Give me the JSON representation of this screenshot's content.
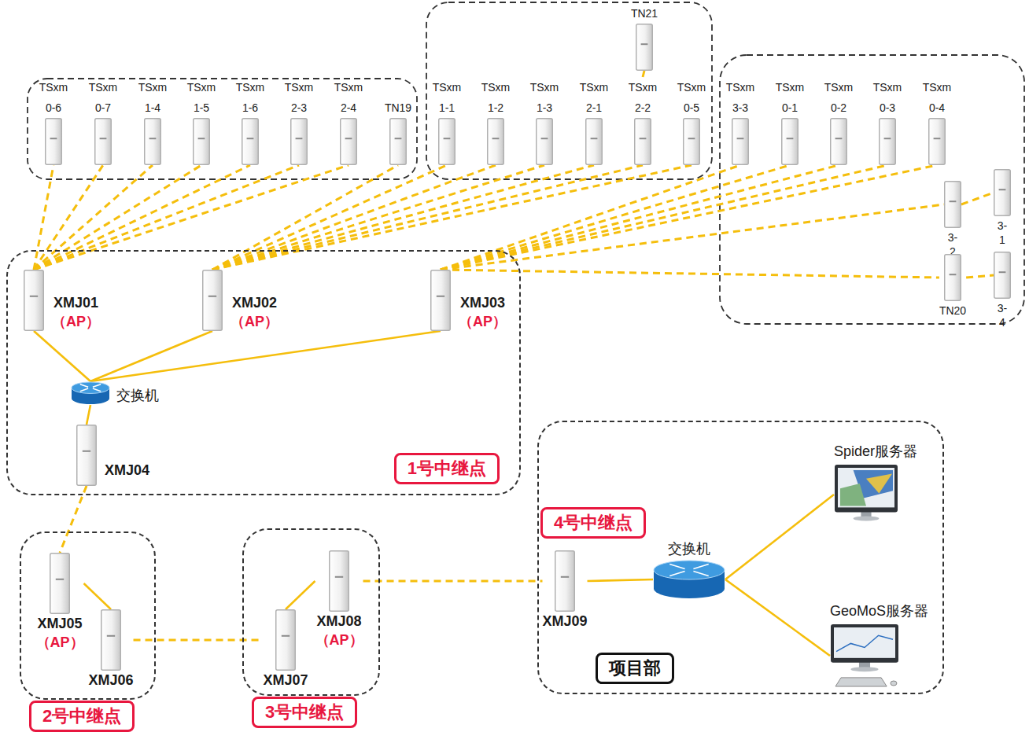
{
  "diagram": {
    "nodes": [
      {
        "text": [
          "TSxm 0-6"
        ]
      },
      {
        "text": [
          "TSxm 0-7"
        ]
      },
      {
        "text": [
          "TSxm 1-4"
        ]
      },
      {
        "text": [
          "TSxm 1-5"
        ]
      },
      {
        "text": [
          "TSxm 1-6"
        ]
      },
      {
        "text": [
          "TSxm 2-3"
        ]
      },
      {
        "text": [
          "TSxm 2-4"
        ]
      },
      {
        "text": [
          "TN19"
        ]
      },
      {
        "text": [
          "TN21"
        ]
      },
      {
        "text": [
          "TSxm 1-1"
        ]
      },
      {
        "text": [
          "TSxm 1-2"
        ]
      },
      {
        "text": [
          "TSxm 1-3"
        ]
      },
      {
        "text": [
          "TSxm 2-1"
        ]
      },
      {
        "text": [
          "TSxm 2-2"
        ]
      },
      {
        "text": [
          "TSxm 0-5"
        ]
      },
      {
        "text": [
          "TSxm 3-3"
        ]
      },
      {
        "text": [
          "TSxm 0-1"
        ]
      },
      {
        "text": [
          "TSxm 0-2"
        ]
      },
      {
        "text": [
          "TSxm 0-3"
        ]
      },
      {
        "text": [
          "TSxm 0-4"
        ]
      },
      {
        "text": [
          "3-1"
        ]
      },
      {
        "text": [
          "3-2"
        ]
      },
      {
        "text": [
          "TN20"
        ]
      },
      {
        "text": [
          "3-4"
        ]
      },
      {
        "text": [
          "1号中继点"
        ]
      },
      {
        "text": [
          "XMJ01",
          "（AP）"
        ],
        "in": 24
      },
      {
        "text": [
          "XMJ02",
          "（AP）"
        ],
        "in": 24
      },
      {
        "text": [
          "XMJ03",
          "（AP）"
        ],
        "in": 24
      },
      {
        "text": [
          "交换机"
        ],
        "in": 24
      },
      {
        "text": [
          "XMJ04"
        ],
        "in": 24
      },
      {
        "text": [
          "2号中继点"
        ]
      },
      {
        "text": [
          "XMJ05",
          "（AP）"
        ],
        "in": 30
      },
      {
        "text": [
          "XMJ06"
        ],
        "in": 30
      },
      {
        "text": [
          "3号中继点"
        ]
      },
      {
        "text": [
          "XMJ07"
        ],
        "in": 33
      },
      {
        "text": [
          "XMJ08",
          "（AP）"
        ],
        "in": 33
      },
      {
        "text": [
          "4号中继点",
          "项目部"
        ]
      },
      {
        "text": [
          "XMJ09"
        ],
        "in": 36
      },
      {
        "text": [
          "交换机"
        ],
        "in": 36
      },
      {
        "text": [
          "Spider服务器"
        ],
        "in": 36
      },
      {
        "text": [
          "GeoMoS服务器"
        ],
        "in": 36
      }
    ],
    "edges": [
      {
        "from": 25,
        "to": 0,
        "arrow": "none"
      },
      {
        "from": 25,
        "to": 1,
        "arrow": "none"
      },
      {
        "from": 25,
        "to": 2,
        "arrow": "none"
      },
      {
        "from": 25,
        "to": 3,
        "arrow": "none"
      },
      {
        "from": 25,
        "to": 4,
        "arrow": "none"
      },
      {
        "from": 25,
        "to": 5,
        "arrow": "none"
      },
      {
        "from": 25,
        "to": 6,
        "arrow": "none"
      },
      {
        "from": 26,
        "to": 7,
        "arrow": "none"
      },
      {
        "from": 26,
        "to": 9,
        "arrow": "none"
      },
      {
        "from": 26,
        "to": 10,
        "arrow": "none"
      },
      {
        "from": 26,
        "to": 11,
        "arrow": "none"
      },
      {
        "from": 26,
        "to": 12,
        "arrow": "none"
      },
      {
        "from": 26,
        "to": 13,
        "arrow": "none"
      },
      {
        "from": 26,
        "to": 14,
        "arrow": "none"
      },
      {
        "from": 27,
        "to": 15,
        "arrow": "none"
      },
      {
        "from": 27,
        "to": 16,
        "arrow": "none"
      },
      {
        "from": 27,
        "to": 17,
        "arrow": "none"
      },
      {
        "from": 27,
        "to": 18,
        "arrow": "none"
      },
      {
        "from": 27,
        "to": 19,
        "arrow": "none"
      },
      {
        "from": 27,
        "to": 21,
        "arrow": "none"
      },
      {
        "from": 27,
        "to": 22,
        "arrow": "none"
      },
      {
        "from": 21,
        "to": 20,
        "arrow": "none"
      },
      {
        "from": 22,
        "to": 23,
        "arrow": "none"
      },
      {
        "from": 8,
        "to": 13,
        "arrow": "none"
      },
      {
        "from": 25,
        "to": 28,
        "arrow": "none"
      },
      {
        "from": 26,
        "to": 28,
        "arrow": "none"
      },
      {
        "from": 27,
        "to": 28,
        "arrow": "none"
      },
      {
        "from": 28,
        "to": 29,
        "arrow": "none"
      },
      {
        "from": 29,
        "to": 31,
        "arrow": "none"
      },
      {
        "from": 31,
        "to": 32,
        "arrow": "none"
      },
      {
        "from": 32,
        "to": 34,
        "arrow": "none"
      },
      {
        "from": 34,
        "to": 35,
        "arrow": "none"
      },
      {
        "from": 35,
        "to": 37,
        "arrow": "none"
      },
      {
        "from": 37,
        "to": 38,
        "arrow": "none"
      },
      {
        "from": 38,
        "to": 39,
        "arrow": "none"
      },
      {
        "from": 38,
        "to": 40,
        "arrow": "none"
      }
    ]
  }
}
